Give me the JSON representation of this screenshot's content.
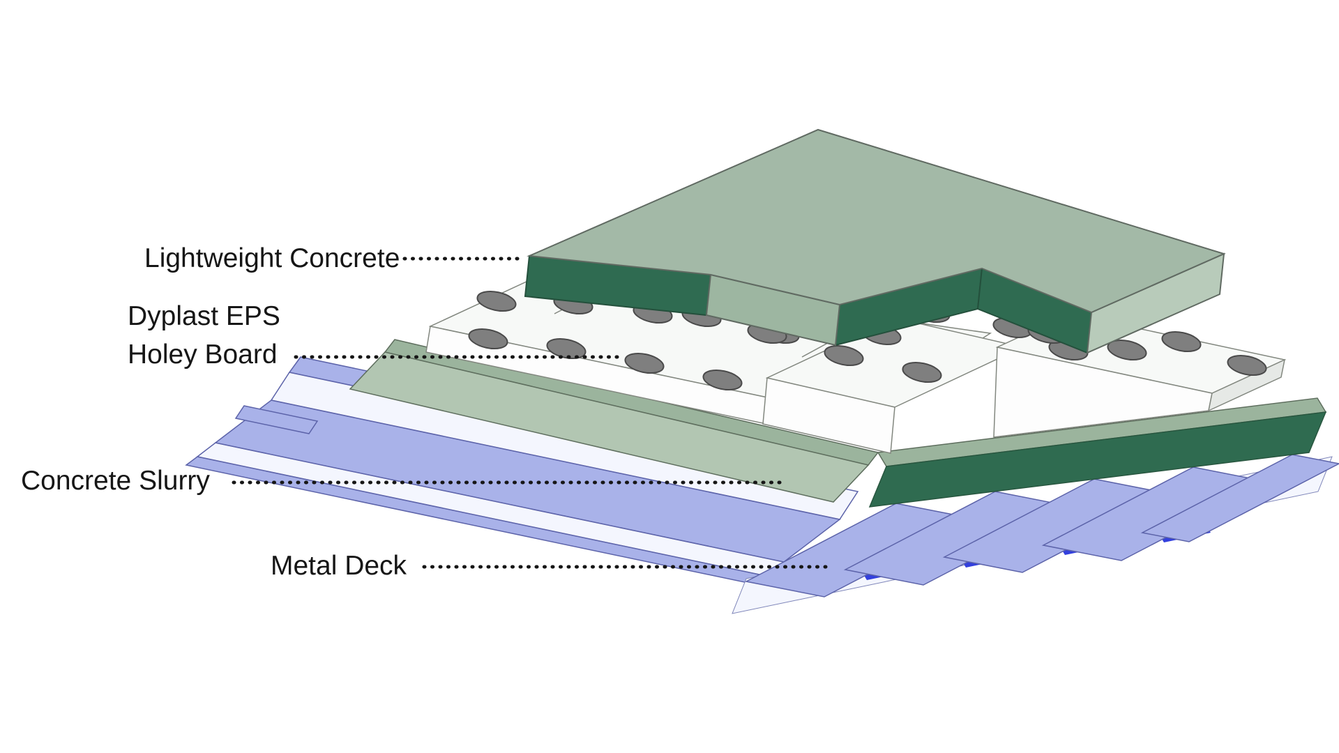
{
  "diagram": {
    "type": "isometric-cutaway",
    "subject": "Insulated lightweight concrete roof deck assembly",
    "labels": {
      "lightweight_concrete": "Lightweight Concrete",
      "dyplast_eps_line1": "Dyplast EPS",
      "dyplast_eps_line2": "Holey Board",
      "concrete_slurry": "Concrete Slurry",
      "metal_deck": "Metal Deck"
    },
    "layers_top_to_bottom": [
      "Lightweight Concrete",
      "Dyplast EPS Holey Board",
      "Concrete Slurry",
      "Metal Deck"
    ],
    "leader_style": "dotted"
  },
  "palette": {
    "page_bg": "#ffffff",
    "label_color": "#161616",
    "slab_top": "#a3b9a7",
    "slab_side": "#b8cbba",
    "slab_front_dark": "#2f6b51",
    "slab_notch_slope": "#9db6a1",
    "slab_stroke": "#606a62",
    "eps_top": "#f7f9f7",
    "eps_front": "#fdfdfd",
    "eps_side": "#e6e9e6",
    "eps_stroke": "#82877f",
    "hole_fill": "#7f7f7f",
    "hole_stroke": "#4a4a4a",
    "slurry_top": "#9bb49d",
    "slurry_face_light": "#b2c6b2",
    "slurry_face_dark": "#2f6b50",
    "slurry_stroke": "#5e6e5e",
    "deck_blue": "#a9b2e9",
    "deck_white": "#f4f6fe",
    "deck_dark_blue": "#3340dd",
    "deck_stroke": "#5c63a9"
  }
}
